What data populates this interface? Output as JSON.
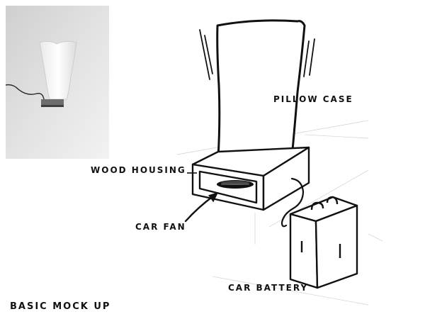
{
  "labels": {
    "pillow_case": "PILLOW CASE",
    "wood_housing": "WOOD HOUSING",
    "car_fan": "CAR FAN",
    "car_battery": "CAR BATTERY",
    "title": "BASIC MOCK UP"
  },
  "colors": {
    "ink": "#111111",
    "paper": "#ffffff",
    "photo_background": "#d9d9d9"
  }
}
